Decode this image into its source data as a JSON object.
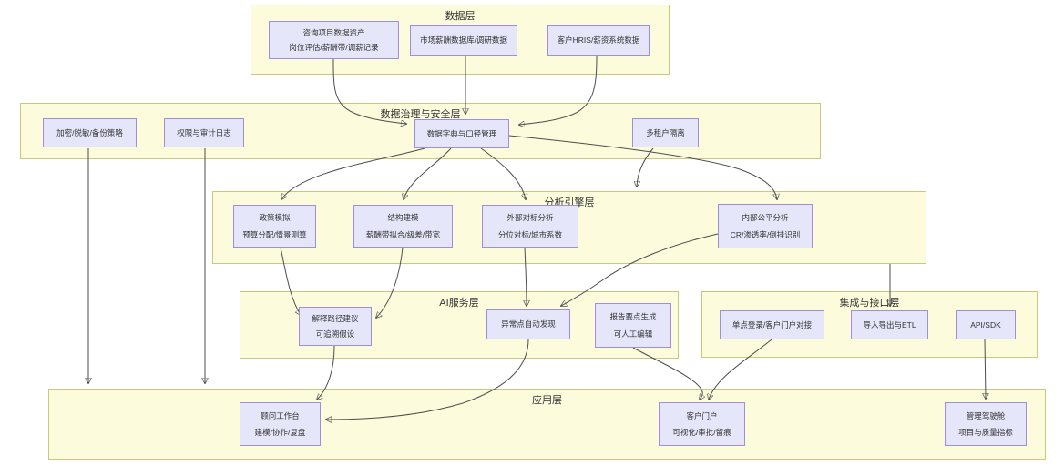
{
  "colors": {
    "layer_fill": "#fcfcdc",
    "layer_border": "#c8c87e",
    "node_fill": "#e6e6fa",
    "node_border": "#9f8fd8",
    "edge_color": "#4d4d4d",
    "text_color": "#333333"
  },
  "layers": {
    "data": {
      "title": "数据层"
    },
    "governance": {
      "title": "数据治理与安全层"
    },
    "analysis": {
      "title": "分析引擎层"
    },
    "ai": {
      "title": "AI服务层"
    },
    "integration": {
      "title": "集成与接口层"
    },
    "application": {
      "title": "应用层"
    }
  },
  "nodes": {
    "d1": {
      "line1": "咨询项目数据资产",
      "line2": "岗位评估/薪酬带/调薪记录"
    },
    "d2": {
      "line1": "市场薪酬数据库/调研数据"
    },
    "d3": {
      "line1": "客户HRIS/薪资系统数据"
    },
    "g1": {
      "line1": "加密/脱敏/备份策略"
    },
    "g2": {
      "line1": "权限与审计日志"
    },
    "g3": {
      "line1": "数据字典与口径管理"
    },
    "g4": {
      "line1": "多租户隔离"
    },
    "an1": {
      "line1": "政策模拟",
      "line2": "预算分配/情景测算"
    },
    "an2": {
      "line1": "结构建模",
      "line2": "薪酬带拟合/级差/带宽"
    },
    "an3": {
      "line1": "外部对标分析",
      "line2": "分位对标/城市系数"
    },
    "an4": {
      "line1": "内部公平分析",
      "line2": "CR/渗透率/倒挂识别"
    },
    "ai1": {
      "line1": "解释路径建议",
      "line2": "可追溯假设"
    },
    "ai2": {
      "line1": "异常点自动发现"
    },
    "ai3": {
      "line1": "报告要点生成",
      "line2": "可人工编辑"
    },
    "i1": {
      "line1": "单点登录/客户门户对接"
    },
    "i2": {
      "line1": "导入导出与ETL"
    },
    "i3": {
      "line1": "API/SDK"
    },
    "ap1": {
      "line1": "顾问工作台",
      "line2": "建模/协作/复盘"
    },
    "ap2": {
      "line1": "客户门户",
      "line2": "可视化/审批/留痕"
    },
    "ap3": {
      "line1": "管理驾驶舱",
      "line2": "项目与质量指标"
    }
  },
  "edges": [
    {
      "from": "咨询项目数据资产",
      "to": "数据字典与口径管理"
    },
    {
      "from": "市场薪酬数据库/调研数据",
      "to": "数据字典与口径管理"
    },
    {
      "from": "客户HRIS/薪资系统数据",
      "to": "数据字典与口径管理"
    },
    {
      "from": "加密/脱敏/备份策略",
      "to": "应用层"
    },
    {
      "from": "权限与审计日志",
      "to": "应用层"
    },
    {
      "from": "数据字典与口径管理",
      "to": "政策模拟"
    },
    {
      "from": "数据字典与口径管理",
      "to": "结构建模"
    },
    {
      "from": "数据字典与口径管理",
      "to": "外部对标分析"
    },
    {
      "from": "数据字典与口径管理",
      "to": "内部公平分析"
    },
    {
      "from": "多租户隔离",
      "to": "分析引擎层"
    },
    {
      "from": "分析引擎层",
      "to": "导入导出与ETL"
    },
    {
      "from": "政策模拟",
      "to": "解释路径建议"
    },
    {
      "from": "结构建模",
      "to": "解释路径建议"
    },
    {
      "from": "外部对标分析",
      "to": "异常点自动发现"
    },
    {
      "from": "内部公平分析",
      "to": "异常点自动发现"
    },
    {
      "from": "解释路径建议",
      "to": "顾问工作台"
    },
    {
      "from": "异常点自动发现",
      "to": "顾问工作台"
    },
    {
      "from": "报告要点生成",
      "to": "客户门户"
    },
    {
      "from": "单点登录/客户门户对接",
      "to": "客户门户"
    },
    {
      "from": "API/SDK",
      "to": "管理驾驶舱"
    }
  ]
}
